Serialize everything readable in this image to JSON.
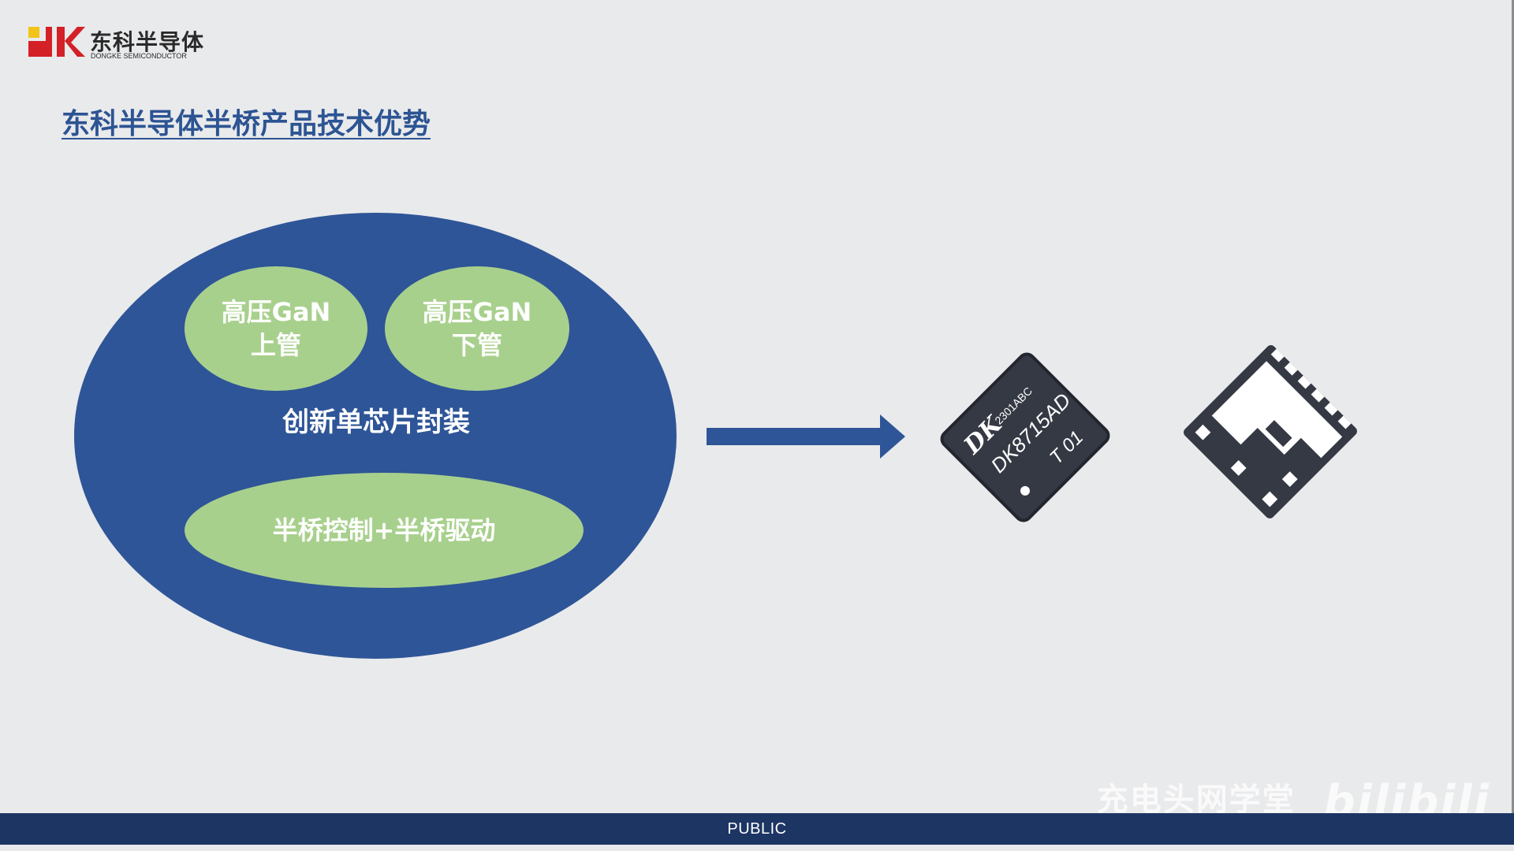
{
  "logo": {
    "mark_text": "DK",
    "company_cn": "东科半导体",
    "company_en": "DONGKE SEMICONDUCTOR"
  },
  "title": "东科半导体半桥产品技术优势",
  "diagram": {
    "bubble_high_side": [
      "高压GaN",
      "上管"
    ],
    "bubble_low_side": [
      "高压GaN",
      "下管"
    ],
    "package_label": "创新单芯片封装",
    "bubble_control": "半桥控制+半桥驱动"
  },
  "chip_marking": {
    "brand": "DK",
    "lot": "2301ABC",
    "part": "DK8715AD",
    "code": "T 01"
  },
  "watermark": {
    "text": "充电头网学堂",
    "brand": "bilibili"
  },
  "footer": {
    "label": "PUBLIC"
  },
  "colors": {
    "background": "#e9eaec",
    "accent_blue": "#2e5597",
    "title_blue": "#2d5493",
    "bubble_green": "#a8d08d",
    "footer_bar": "#1d3563",
    "logo_red": "#d42027",
    "logo_yellow": "#f2c418",
    "chip_body": "#353944"
  }
}
